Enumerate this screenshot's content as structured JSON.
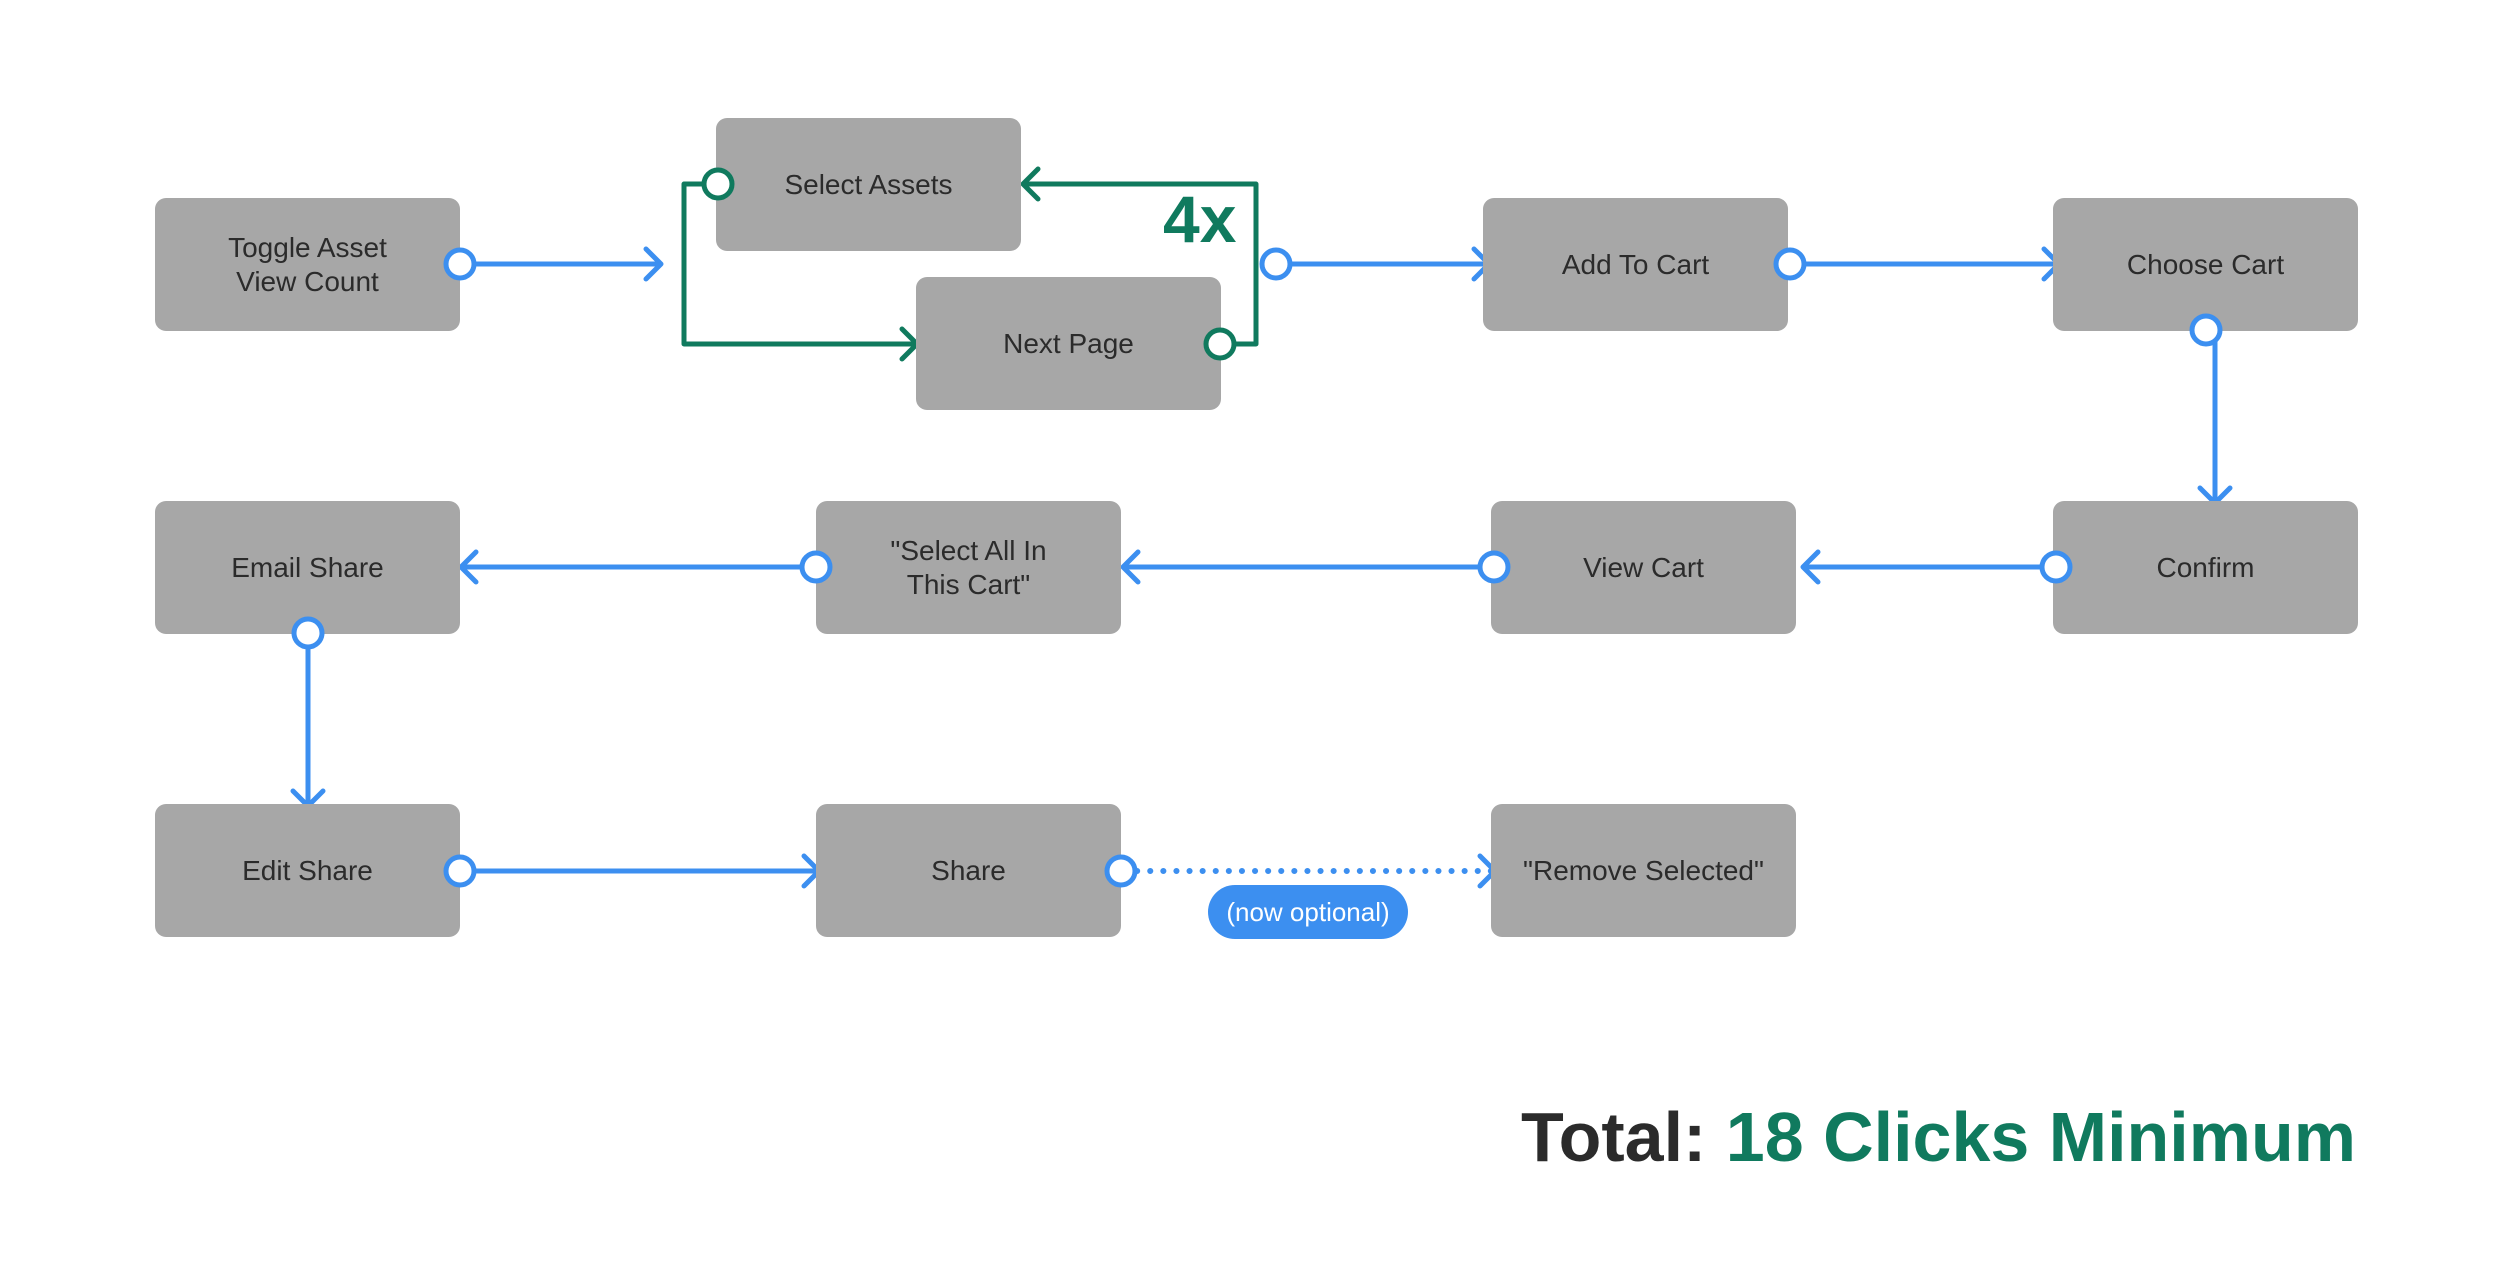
{
  "nodes": {
    "toggle_asset_view_count": "Toggle Asset\nView Count",
    "select_assets": "Select Assets",
    "next_page": "Next Page",
    "add_to_cart": "Add To Cart",
    "choose_cart": "Choose Cart",
    "email_share": "Email Share",
    "select_all_in_this_cart": "\"Select All In\nThis Cart\"",
    "view_cart": "View Cart",
    "confirm": "Confirm",
    "edit_share": "Edit Share",
    "share": "Share",
    "remove_selected": "\"Remove Selected\""
  },
  "loop_label": "4x",
  "optional_label": "(now optional)",
  "total": {
    "label": "Total:",
    "value": "18 Clicks Minimum"
  },
  "colors": {
    "box": "#a7a7a7",
    "flow": "#3c8ff0",
    "loop": "#107a5e",
    "text": "#2b2b2b"
  },
  "edges": [
    {
      "from": "toggle_asset_view_count",
      "to": "select_assets_loop",
      "style": "solid"
    },
    {
      "from": "select_assets",
      "to": "next_page",
      "style": "loop"
    },
    {
      "from": "next_page",
      "to": "select_assets",
      "style": "loop",
      "label": "4x"
    },
    {
      "from": "select_assets_loop",
      "to": "add_to_cart",
      "style": "solid"
    },
    {
      "from": "add_to_cart",
      "to": "choose_cart",
      "style": "solid"
    },
    {
      "from": "choose_cart",
      "to": "confirm",
      "style": "solid"
    },
    {
      "from": "confirm",
      "to": "view_cart",
      "style": "solid"
    },
    {
      "from": "view_cart",
      "to": "select_all_in_this_cart",
      "style": "solid"
    },
    {
      "from": "select_all_in_this_cart",
      "to": "email_share",
      "style": "solid"
    },
    {
      "from": "email_share",
      "to": "edit_share",
      "style": "solid"
    },
    {
      "from": "edit_share",
      "to": "share",
      "style": "solid"
    },
    {
      "from": "share",
      "to": "remove_selected",
      "style": "dotted",
      "label": "(now optional)"
    }
  ]
}
